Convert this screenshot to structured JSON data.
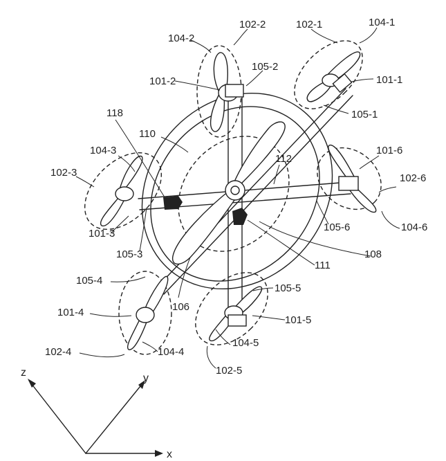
{
  "labels": {
    "l_102_2": "102-2",
    "l_102_1": "102-1",
    "l_104_1": "104-1",
    "l_104_2": "104-2",
    "l_105_2": "105-2",
    "l_101_2": "101-2",
    "l_101_1": "101-1",
    "l_105_1": "105-1",
    "l_118": "118",
    "l_110": "110",
    "l_104_3": "104-3",
    "l_101_6": "101-6",
    "l_112": "112",
    "l_102_3": "102-3",
    "l_102_6": "102-6",
    "l_105_6": "105-6",
    "l_104_6": "104-6",
    "l_101_3": "101-3",
    "l_105_3": "105-3",
    "l_111": "111",
    "l_108": "108",
    "l_105_4": "105-4",
    "l_105_5": "105-5",
    "l_101_4": "101-4",
    "l_106": "106",
    "l_101_5": "101-5",
    "l_104_5": "104-5",
    "l_102_4": "102-4",
    "l_104_4": "104-4",
    "l_102_5": "102-5"
  },
  "axes": {
    "z": "z",
    "y": "y",
    "x": "x"
  }
}
